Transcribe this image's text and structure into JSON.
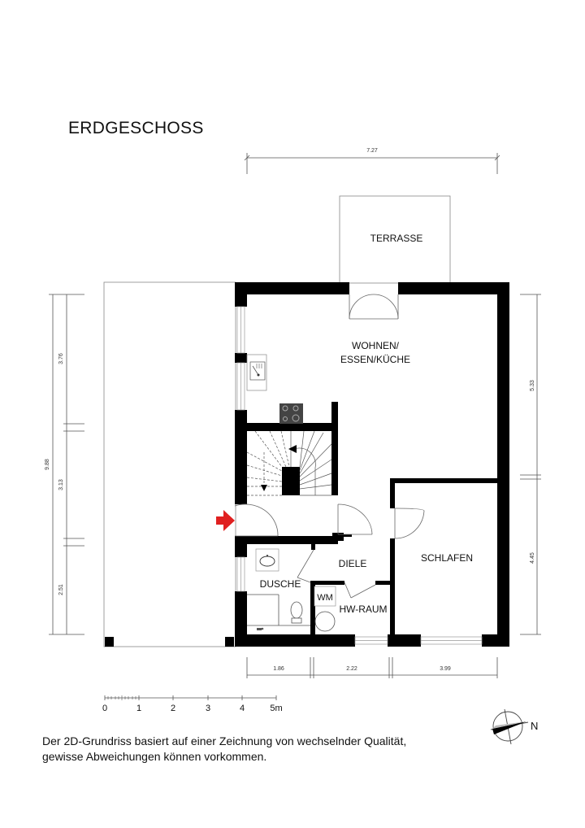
{
  "title": "ERDGESCHOSS",
  "rooms": {
    "terrasse": "TERRASSE",
    "wohnen_line1": "WOHNEN/",
    "wohnen_line2": "ESSEN/KÜCHE",
    "schlafen": "SCHLAFEN",
    "diele": "DIELE",
    "dusche": "DUSCHE",
    "wm": "WM",
    "hw_raum": "HW-RAUM"
  },
  "dimensions": {
    "top_total": "7.27",
    "left_total": "9.88",
    "left_segments": [
      "3.76",
      "3.13",
      "2.51"
    ],
    "right_segments": [
      "5.33",
      "4.45"
    ],
    "bottom_segments": [
      "1.86",
      "2.22",
      "3.99"
    ]
  },
  "scale_bar": {
    "ticks": [
      "0",
      "1",
      "2",
      "3",
      "4",
      "5m"
    ]
  },
  "compass": {
    "label": "N"
  },
  "entrance_marker_color": "#e02020",
  "disclaimer": {
    "line1": "Der 2D-Grundriss basiert auf einer Zeichnung von wechselnder Qualität,",
    "line2": "gewisse Abweichungen können vorkommen."
  }
}
